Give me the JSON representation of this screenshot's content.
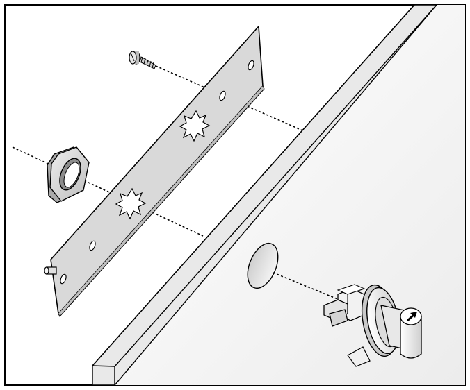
{
  "figure": {
    "kind": "exploded-assembly-illustration",
    "parts": [
      {
        "id": "screw",
        "icon": "screw-icon"
      },
      {
        "id": "mounting-plate",
        "icon": "plate-icon"
      },
      {
        "id": "hex-nut",
        "icon": "hex-nut-icon"
      },
      {
        "id": "panel",
        "icon": "panel-icon"
      },
      {
        "id": "panel-hole",
        "icon": "hole-icon"
      },
      {
        "id": "rotary-switch",
        "icon": "rotary-switch-icon"
      }
    ],
    "colors": {
      "line": "#000000",
      "plate_fill": "#d9d9d9",
      "panel_fill": "#f2f2f2",
      "panel_edge_fill": "#e6e6e6",
      "background": "#ffffff"
    }
  }
}
